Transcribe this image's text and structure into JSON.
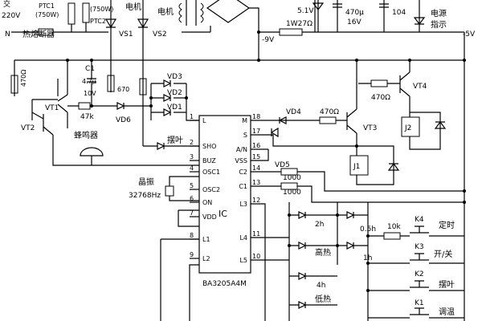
{
  "top": {
    "mains": "220V",
    "mains_prefix": "交",
    "ptc1": "PTC1",
    "ptc1_rating": "(750W)",
    "ptc2": "PTC2",
    "ptc2_rating": "(750W)",
    "motor1": "电机",
    "motor2": "电机",
    "neutral": "N",
    "thermal_fuse": "热熔断器",
    "vs1": "VS1",
    "vs2": "VS2",
    "neg9v": "-9V",
    "r_1w": "1W27Ω",
    "zener": "5.1V",
    "cap_val": "470μ",
    "cap_volt": "16V",
    "cap104": "104",
    "power_led": "电源",
    "power_led2": "指示",
    "neg5v": "-5V"
  },
  "left": {
    "r470": "470Ω",
    "vt1": "VT1",
    "vt2": "VT2",
    "c1": "C1",
    "c1_val": "4.7μ",
    "c1_volt": "10V",
    "r670": "670",
    "r47k": "47k",
    "vd6": "VD6",
    "vd3": "VD3",
    "vd2": "VD2",
    "vd1": "VD1",
    "swing": "摆叶",
    "buzzer": "蜂鸣器",
    "crystal": "晶振",
    "crystal_freq": "32768Hz"
  },
  "ic": {
    "name": "IC",
    "part": "BA3205A4M",
    "pins_left": [
      {
        "num": "1",
        "label": "L"
      },
      {
        "num": "2",
        "label": "SHO"
      },
      {
        "num": "3",
        "label": "BUZ"
      },
      {
        "num": "4",
        "label": "OSC1"
      },
      {
        "num": "5",
        "label": "OSC2"
      },
      {
        "num": "6",
        "label": "ON"
      },
      {
        "num": "7",
        "label": "VDD"
      },
      {
        "num": "8",
        "label": "L1"
      },
      {
        "num": "9",
        "label": "L2"
      }
    ],
    "pins_right": [
      {
        "num": "18",
        "label": "M"
      },
      {
        "num": "17",
        "label": "S"
      },
      {
        "num": "16",
        "label": "A/N"
      },
      {
        "num": "15",
        "label": "VSS"
      },
      {
        "num": "14",
        "label": "C2"
      },
      {
        "num": "13",
        "label": "C1"
      },
      {
        "num": "12",
        "label": "L3"
      },
      {
        "num": "11",
        "label": "L4"
      },
      {
        "num": "10",
        "label": "L5"
      }
    ]
  },
  "right": {
    "vd4": "VD4",
    "r470a": "470Ω",
    "r470b": "470Ω",
    "vt3": "VT3",
    "vt4": "VT4",
    "j1": "J1",
    "j2": "J2",
    "vd5": "VD5",
    "r1000a": "1000",
    "r1000b": "1000",
    "led2h": "2h",
    "led05h": "0.5h",
    "led1h": "1h",
    "led4h": "4h",
    "high": "高热",
    "low": "低热",
    "r10k": "10k",
    "k4": "K4",
    "k3": "K3",
    "k2": "K2",
    "k1": "K1",
    "k4_label": "定时",
    "k3_label": "开/关",
    "k2_label": "摆叶",
    "k1_label": "调温"
  }
}
